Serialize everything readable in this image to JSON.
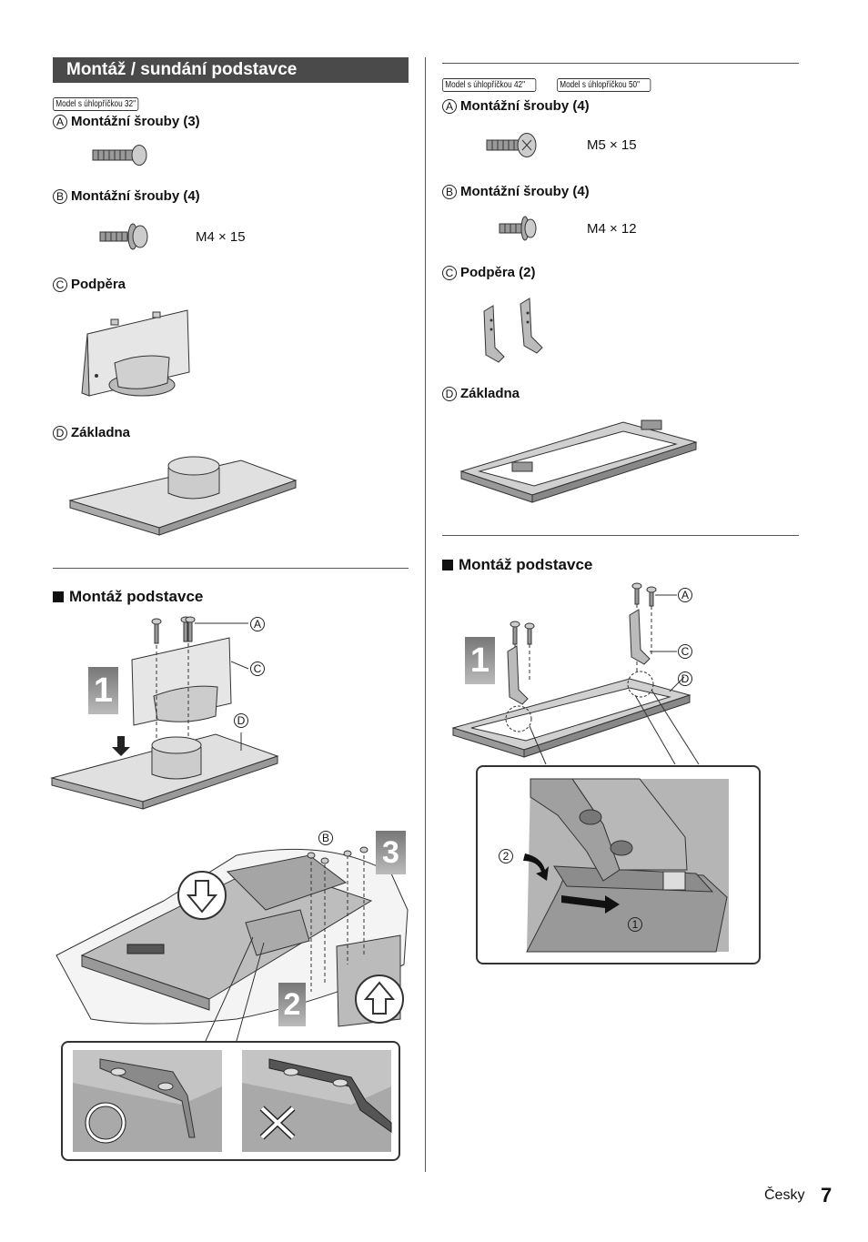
{
  "left": {
    "title": "Montáž / sundání podstavce",
    "model_tag": "Model s úhlopříčkou 32\"",
    "parts": [
      {
        "letter": "A",
        "label": "Montážní šrouby (3)",
        "spec": ""
      },
      {
        "letter": "B",
        "label": "Montážní šrouby (4)",
        "spec": "M4 × 15"
      },
      {
        "letter": "C",
        "label": "Podpěra",
        "spec": ""
      },
      {
        "letter": "D",
        "label": "Základna",
        "spec": ""
      }
    ],
    "section_title": "Montáž podstavce",
    "callouts": {
      "a": "A",
      "c": "C",
      "d": "D",
      "b": "B"
    },
    "steps": {
      "s1": "1",
      "s2": "2",
      "s3": "3"
    }
  },
  "right": {
    "model_tags": [
      "Model s úhlopříčkou 42\"",
      "Model s úhlopříčkou 50\""
    ],
    "parts": [
      {
        "letter": "A",
        "label": "Montážní šrouby (4)",
        "spec": "M5 × 15"
      },
      {
        "letter": "B",
        "label": "Montážní šrouby (4)",
        "spec": "M4 × 12"
      },
      {
        "letter": "C",
        "label": "Podpěra (2)",
        "spec": ""
      },
      {
        "letter": "D",
        "label": "Základna",
        "spec": ""
      }
    ],
    "section_title": "Montáž podstavce",
    "callouts": {
      "a": "A",
      "c": "C",
      "d": "D"
    },
    "steps": {
      "s1": "1",
      "sub1": "1",
      "sub2": "2"
    }
  },
  "footer": {
    "language": "Česky",
    "page": "7"
  }
}
